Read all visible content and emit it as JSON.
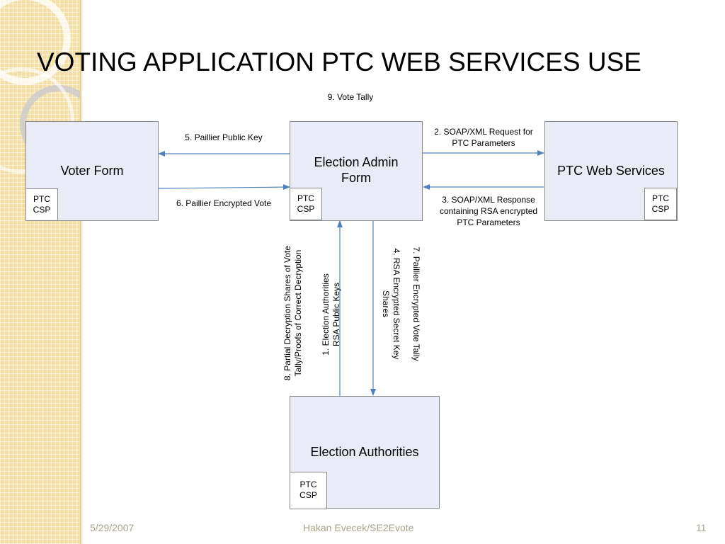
{
  "slide": {
    "title": "VOTING APPLICATION PTC WEB SERVICES USE",
    "footer": {
      "date": "5/29/2007",
      "author": "Hakan Evecek/SE2Evote",
      "page": "11"
    }
  },
  "nodes": {
    "voter_form": {
      "label": "Voter Form",
      "csp": "PTC\nCSP"
    },
    "election_admin_form": {
      "label": "Election Admin\nForm",
      "csp": "PTC\nCSP"
    },
    "ptc_web_services": {
      "label": "PTC Web Services",
      "csp": "PTC\nCSP"
    },
    "election_authorities": {
      "label": "Election Authorities",
      "csp": "PTC\nCSP"
    }
  },
  "edges": {
    "e1": "1. Election Authorities\nRSA Public Keys",
    "e2": "2. SOAP/XML Request for\nPTC Parameters",
    "e3": "3. SOAP/XML Response\ncontaining RSA encrypted\nPTC Parameters",
    "e4": "4. RSA Encrypted Secret Key\nShares",
    "e5": "5. Paillier Public Key",
    "e6": "6. Paillier Encrypted Vote",
    "e7": "7. Paillier Encrypted Vote Tally",
    "e8": "8. Partial Decryption Shares of Vote\nTally/Proofs of Correct Decryption",
    "e9": "9. Vote Tally"
  },
  "colors": {
    "arrow": "#4f81bd",
    "box_fill": "#e9ecf7",
    "box_border": "#8a8a8a",
    "footer_text": "#a9a38a",
    "strip": "#f3dfa6"
  }
}
